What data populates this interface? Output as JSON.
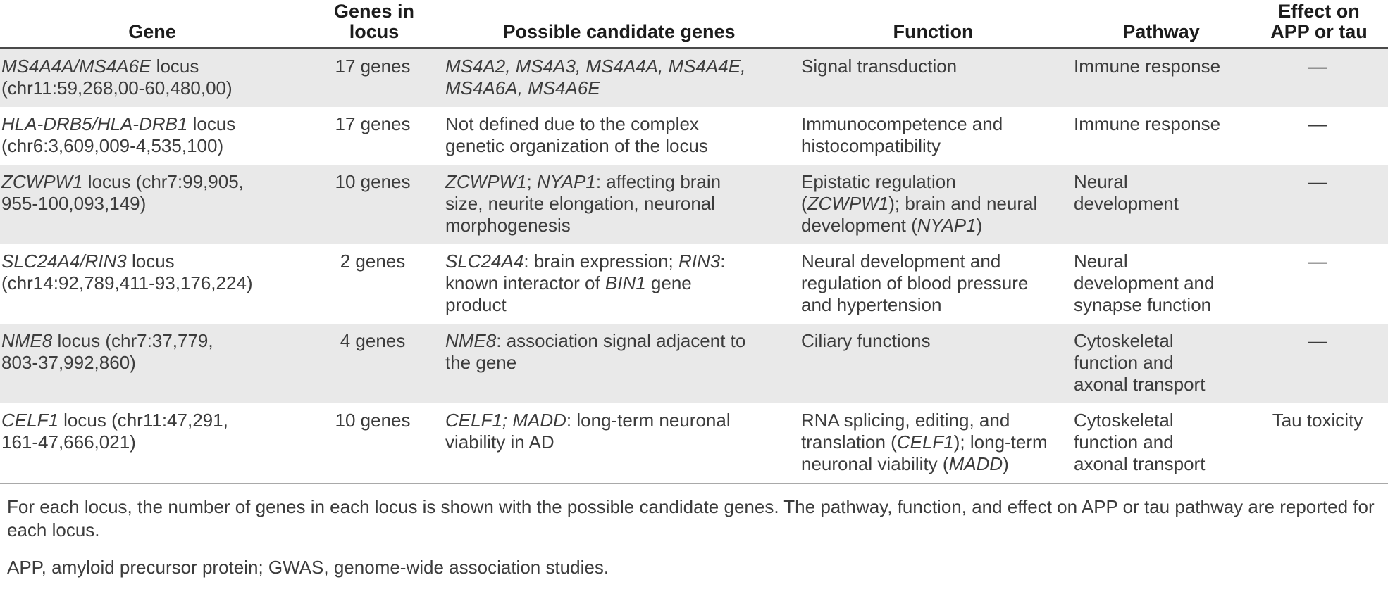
{
  "colors": {
    "row_shade": "#e9e9e9",
    "header_rule": "#4a4a4a",
    "bottom_rule": "#a9a9a9",
    "text": "#3c3c3c",
    "header_text": "#1c1c1c"
  },
  "table": {
    "columns": [
      {
        "key": "gene",
        "label": "Gene"
      },
      {
        "key": "genes-in-locus",
        "label": "Genes in\nlocus"
      },
      {
        "key": "candidate-genes",
        "label": "Possible candidate genes"
      },
      {
        "key": "function",
        "label": "Function"
      },
      {
        "key": "pathway",
        "label": "Pathway"
      },
      {
        "key": "effect",
        "label": "Effect on\nAPP or tau"
      }
    ],
    "rows": [
      {
        "shaded": true,
        "cells": {
          "gene": [
            [
              {
                "t": "MS4A4A/MS4A6E"
              },
              " locus"
            ],
            [
              "(chr11:59,268,00-60,480,00)"
            ]
          ],
          "genes-in-locus": [
            [
              "17 genes"
            ]
          ],
          "candidate-genes": [
            [
              {
                "t": "MS4A2, MS4A3, MS4A4A, MS4A4E,"
              }
            ],
            [
              {
                "t": "MS4A6A, MS4A6E"
              }
            ]
          ],
          "function": [
            [
              "Signal transduction"
            ]
          ],
          "pathway": [
            [
              "Immune response"
            ]
          ],
          "effect": [
            [
              "—"
            ]
          ]
        }
      },
      {
        "shaded": false,
        "cells": {
          "gene": [
            [
              {
                "t": "HLA-DRB5/HLA-DRB1"
              },
              " locus"
            ],
            [
              "(chr6:3,609,009-4,535,100)"
            ]
          ],
          "genes-in-locus": [
            [
              "17 genes"
            ]
          ],
          "candidate-genes": [
            [
              "Not defined due to the complex"
            ],
            [
              "genetic organization of the locus"
            ]
          ],
          "function": [
            [
              "Immunocompetence and"
            ],
            [
              "histocompatibility"
            ]
          ],
          "pathway": [
            [
              "Immune response"
            ]
          ],
          "effect": [
            [
              "—"
            ]
          ]
        }
      },
      {
        "shaded": true,
        "cells": {
          "gene": [
            [
              {
                "t": "ZCWPW1"
              },
              " locus (chr7:99,905,"
            ],
            [
              "955-100,093,149)"
            ]
          ],
          "genes-in-locus": [
            [
              "10 genes"
            ]
          ],
          "candidate-genes": [
            [
              {
                "t": "ZCWPW1"
              },
              "; ",
              {
                "t": "NYAP1"
              },
              ": affecting brain"
            ],
            [
              "size, neurite elongation, neuronal"
            ],
            [
              "morphogenesis"
            ]
          ],
          "function": [
            [
              "Epistatic regulation"
            ],
            [
              "(",
              {
                "t": "ZCWPW1"
              },
              "); brain and neural"
            ],
            [
              "development (",
              {
                "t": "NYAP1"
              },
              ")"
            ]
          ],
          "pathway": [
            [
              "Neural"
            ],
            [
              "development"
            ]
          ],
          "effect": [
            [
              "—"
            ]
          ]
        }
      },
      {
        "shaded": false,
        "cells": {
          "gene": [
            [
              {
                "t": "SLC24A4/RIN3"
              },
              " locus"
            ],
            [
              "(chr14:92,789,411-93,176,224)"
            ]
          ],
          "genes-in-locus": [
            [
              "2 genes"
            ]
          ],
          "candidate-genes": [
            [
              {
                "t": "SLC24A4"
              },
              ": brain expression; ",
              {
                "t": "RIN3"
              },
              ":"
            ],
            [
              "known interactor of ",
              {
                "t": "BIN1"
              },
              " gene"
            ],
            [
              "product"
            ]
          ],
          "function": [
            [
              "Neural development and"
            ],
            [
              "regulation of blood pressure"
            ],
            [
              "and hypertension"
            ]
          ],
          "pathway": [
            [
              "Neural"
            ],
            [
              "development and"
            ],
            [
              "synapse function"
            ]
          ],
          "effect": [
            [
              "—"
            ]
          ]
        }
      },
      {
        "shaded": true,
        "cells": {
          "gene": [
            [
              {
                "t": "NME8"
              },
              " locus (chr7:37,779,"
            ],
            [
              "803-37,992,860)"
            ]
          ],
          "genes-in-locus": [
            [
              "4 genes"
            ]
          ],
          "candidate-genes": [
            [
              {
                "t": "NME8"
              },
              ": association signal adjacent to"
            ],
            [
              "the gene"
            ]
          ],
          "function": [
            [
              "Ciliary functions"
            ]
          ],
          "pathway": [
            [
              "Cytoskeletal"
            ],
            [
              "function and"
            ],
            [
              "axonal transport"
            ]
          ],
          "effect": [
            [
              "—"
            ]
          ]
        }
      },
      {
        "shaded": false,
        "cells": {
          "gene": [
            [
              {
                "t": "CELF1"
              },
              " locus (chr11:47,291,"
            ],
            [
              "161-47,666,021)"
            ]
          ],
          "genes-in-locus": [
            [
              "10 genes"
            ]
          ],
          "candidate-genes": [
            [
              {
                "t": "CELF1; MADD"
              },
              ": long-term neuronal"
            ],
            [
              "viability in AD"
            ]
          ],
          "function": [
            [
              "RNA splicing, editing, and"
            ],
            [
              "translation (",
              {
                "t": "CELF1"
              },
              "); long-term"
            ],
            [
              "neuronal viability (",
              {
                "t": "MADD"
              },
              ")"
            ]
          ],
          "pathway": [
            [
              "Cytoskeletal"
            ],
            [
              "function and"
            ],
            [
              "axonal transport"
            ]
          ],
          "effect": [
            [
              "Tau toxicity"
            ]
          ]
        }
      }
    ]
  },
  "footnotes": [
    "For each locus, the number of genes in each locus is shown with the possible candidate genes. The pathway, function, and effect on APP or tau pathway are reported for each locus.",
    "APP, amyloid precursor protein; GWAS, genome-wide association studies."
  ]
}
